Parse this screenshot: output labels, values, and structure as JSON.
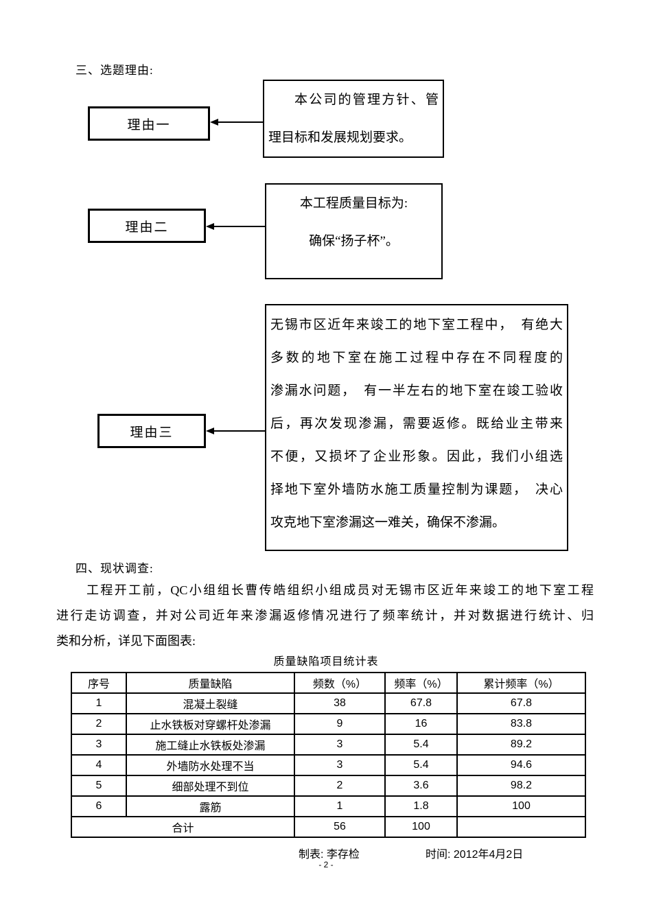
{
  "colors": {
    "text": "#000000",
    "background": "#ffffff",
    "border": "#000000"
  },
  "page": {
    "number": "- 2 -"
  },
  "section3": {
    "heading": "三、选题理由:",
    "reasons": [
      {
        "label": "理由一",
        "lines": [
          "本公司的管理方针、管",
          "理目标和发展规划要求。"
        ]
      },
      {
        "label": "理由二",
        "lines": [
          "本工程质量目标为:",
          "确保“扬子杯”。"
        ]
      },
      {
        "label": "理由三",
        "lines": [
          "无锡市区近年来竣工的地下室工程中，　有绝大",
          "多数的地下室在施工过程中存在不同程度的",
          "渗漏水问题，　有一半左右的地下室在竣工验收",
          "后，再次发现渗漏，需要返修。既给业主带来",
          "不便，又损坏了企业形象。因此，我们小组选",
          "择地下室外墙防水施工质量控制为课题，　决心",
          "攻克地下室渗漏这一难关，确保不渗漏。"
        ]
      }
    ]
  },
  "section4": {
    "heading": "四、现状调查:",
    "paragraph_lines": [
      "工程开工前，QC小组组长曹传皓组织小组成员对无锡市区近年来竣工的地下室工程",
      "进行走访调查，并对公司近年来渗漏返修情况进行了频率统计，并对数据进行统计、归",
      "类和分析，详见下面图表:"
    ]
  },
  "table": {
    "title": "质量缺陷项目统计表",
    "headers": [
      "序号",
      "质量缺陷",
      "频数（%）",
      "频率（%）",
      "累计频率（%）"
    ],
    "rows": [
      [
        "1",
        "混凝土裂缝",
        "38",
        "67.8",
        "67.8"
      ],
      [
        "2",
        "止水铁板对穿螺杆处渗漏",
        "9",
        "16",
        "83.8"
      ],
      [
        "3",
        "施工缝止水铁板处渗漏",
        "3",
        "5.4",
        "89.2"
      ],
      [
        "4",
        "外墙防水处理不当",
        "3",
        "5.4",
        "94.6"
      ],
      [
        "5",
        "细部处理不到位",
        "2",
        "3.6",
        "98.2"
      ],
      [
        "6",
        "露筋",
        "1",
        "1.8",
        "100"
      ]
    ],
    "total_row": {
      "label": "合计",
      "count": "56",
      "rate": "100",
      "cum": ""
    }
  },
  "footer": {
    "made_by": "制表: 李存检",
    "time": "时间: 2012年4月2日"
  }
}
